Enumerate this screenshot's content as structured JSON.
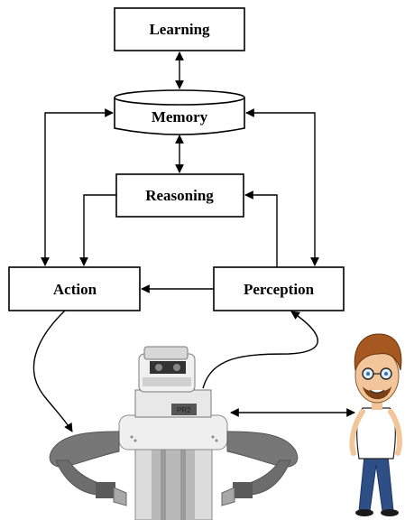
{
  "diagram": {
    "nodes": {
      "learning": "Learning",
      "memory": "Memory",
      "reasoning": "Reasoning",
      "action": "Action",
      "perception": "Perception"
    },
    "robot": {
      "model_label": "PR2"
    },
    "colors": {
      "stroke": "#000000",
      "background": "#ffffff",
      "robot_gray": "#7a7a7a",
      "robot_light": "#e6e6e6",
      "human_shirt": "#ffffff",
      "human_jeans": "#2d4f86",
      "human_hair": "#a5581f",
      "human_skin": "#f2c69a"
    },
    "icons": [
      "robot-pr2-icon",
      "human-cartoon-icon"
    ]
  }
}
